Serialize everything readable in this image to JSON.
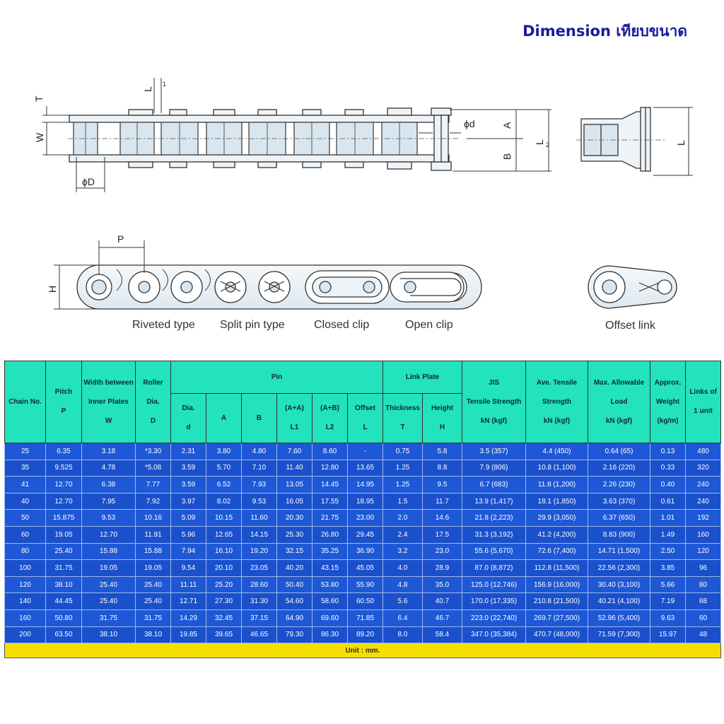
{
  "title": "Dimension เทียบขนาด",
  "diagram": {
    "labels": {
      "T": "T",
      "W": "W",
      "L1": "L",
      "L1_sub": "1",
      "phiD": "ϕD",
      "phid": "ϕd",
      "A": "A",
      "B": "B",
      "L2": "L",
      "L2_sub": "2",
      "L": "L",
      "P": "P",
      "H": "H"
    },
    "captions": [
      "Riveted type",
      "Split pin type",
      "Closed clip",
      "Open clip"
    ],
    "offset_caption": "Offset link"
  },
  "table": {
    "headers": {
      "chain_no": "Chain No.",
      "pitch": [
        "Pitch",
        "P"
      ],
      "width": [
        "Width between",
        "Inner Plates",
        "W"
      ],
      "roller": [
        "Roller",
        "Dia.",
        "D"
      ],
      "pin": "Pin",
      "pin_dia": [
        "Dia.",
        "d"
      ],
      "pin_a": "A",
      "pin_b": "B",
      "pin_aa": [
        "(A+A)",
        "L1"
      ],
      "pin_ab": [
        "(A+B)",
        "L2"
      ],
      "pin_offset": [
        "Offset",
        "L"
      ],
      "link_plate": "Link Plate",
      "thickness": [
        "Thickness",
        "T"
      ],
      "height": [
        "Height",
        "H"
      ],
      "jis": [
        "JIS",
        "Tensile Strength",
        "kN (kgf)"
      ],
      "ave": [
        "Ave. Tensile",
        "Strength",
        "kN (kgf)"
      ],
      "max": [
        "Max. Allowable",
        "Load",
        "kN (kgf)"
      ],
      "weight": [
        "Approx.",
        "Weight",
        "(kg/m)"
      ],
      "links": [
        "Links of",
        "1 unit"
      ]
    },
    "rows": [
      [
        "25",
        "6.35",
        "3.18",
        "*3.30",
        "2.31",
        "3.80",
        "4.80",
        "7.60",
        "8.60",
        "-",
        "0.75",
        "5.8",
        "3.5 (357)",
        "4.4 (450)",
        "0.64 (65)",
        "0.13",
        "480"
      ],
      [
        "35",
        "9.525",
        "4.78",
        "*5.08",
        "3.59",
        "5.70",
        "7.10",
        "11.40",
        "12.80",
        "13.65",
        "1.25",
        "8.8",
        "7.9 (806)",
        "10.8 (1,100)",
        "2.16 (220)",
        "0.33",
        "320"
      ],
      [
        "41",
        "12.70",
        "6.38",
        "7.77",
        "3.59",
        "6.52",
        "7.93",
        "13.05",
        "14.45",
        "14.95",
        "1.25",
        "9.5",
        "6.7 (683)",
        "11.8 (1,200)",
        "2.26 (230)",
        "0.40",
        "240"
      ],
      [
        "40",
        "12.70",
        "7.95",
        "7.92",
        "3.97",
        "8.02",
        "9.53",
        "16.05",
        "17.55",
        "18.95",
        "1.5",
        "11.7",
        "13.9 (1,417)",
        "18.1 (1,850)",
        "3.63 (370)",
        "0.61",
        "240"
      ],
      [
        "50",
        "15.875",
        "9.53",
        "10.16",
        "5.09",
        "10.15",
        "11.60",
        "20.30",
        "21.75",
        "23.00",
        "2.0",
        "14.6",
        "21.8 (2,223)",
        "29.9 (3,050)",
        "6.37 (650)",
        "1.01",
        "192"
      ],
      [
        "60",
        "19.05",
        "12.70",
        "11.91",
        "5.96",
        "12.65",
        "14.15",
        "25.30",
        "26.80",
        "29.45",
        "2.4",
        "17.5",
        "31.3 (3,192)",
        "41.2 (4,200)",
        "8.83 (900)",
        "1.49",
        "160"
      ],
      [
        "80",
        "25.40",
        "15.88",
        "15.88",
        "7.94",
        "16.10",
        "19.20",
        "32.15",
        "35.25",
        "36.90",
        "3.2",
        "23.0",
        "55.6 (5,670)",
        "72.6 (7,400)",
        "14.71 (1,500)",
        "2.50",
        "120"
      ],
      [
        "100",
        "31.75",
        "19.05",
        "19.05",
        "9.54",
        "20.10",
        "23.05",
        "40.20",
        "43.15",
        "45.05",
        "4.0",
        "28.9",
        "87.0 (8,872)",
        "112.8 (11,500)",
        "22.56 (2,300)",
        "3.85",
        "96"
      ],
      [
        "120",
        "38.10",
        "25.40",
        "25.40",
        "11.11",
        "25.20",
        "28.60",
        "50.40",
        "53.80",
        "55.90",
        "4.8",
        "35.0",
        "125.0 (12,746)",
        "156.9 (16,000)",
        "30.40 (3,100)",
        "5.66",
        "80"
      ],
      [
        "140",
        "44.45",
        "25.40",
        "25.40",
        "12.71",
        "27.30",
        "31.30",
        "54.60",
        "58.60",
        "60.50",
        "5.6",
        "40.7",
        "170.0 (17,335)",
        "210.8 (21,500)",
        "40.21 (4,100)",
        "7.19",
        "68"
      ],
      [
        "160",
        "50.80",
        "31.75",
        "31.75",
        "14.29",
        "32.45",
        "37.15",
        "64.90",
        "69.60",
        "71.85",
        "6.4",
        "46.7",
        "223.0 (22,740)",
        "269.7 (27,500)",
        "52.96 (5,400)",
        "9.63",
        "60"
      ],
      [
        "200",
        "63.50",
        "38.10",
        "38.10",
        "19.85",
        "39.65",
        "46.65",
        "79.30",
        "86.30",
        "89.20",
        "8.0",
        "58.4",
        "347.0 (35,384)",
        "470.7 (48,000)",
        "71.59 (7,300)",
        "15.97",
        "48"
      ]
    ],
    "footer": "Unit : mm."
  }
}
